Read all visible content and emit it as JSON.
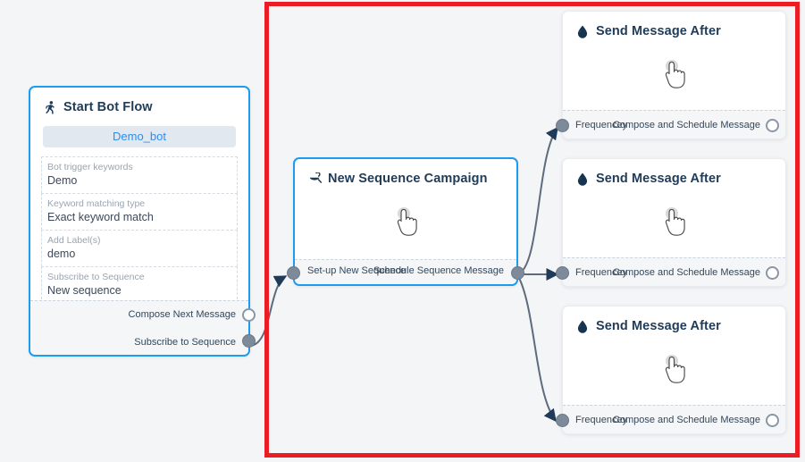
{
  "canvas": {
    "background": "#f4f5f7",
    "highlight_color": "#ec1c24"
  },
  "nodes": {
    "start_bot_flow": {
      "title": "Start Bot Flow",
      "icon": "walking-person-icon",
      "bot_name": "Demo_bot",
      "fields": [
        {
          "label": "Bot trigger keywords",
          "value": "Demo"
        },
        {
          "label": "Keyword matching type",
          "value": "Exact keyword match"
        },
        {
          "label": "Add Label(s)",
          "value": "demo"
        },
        {
          "label": "Subscribe to Sequence",
          "value": "New sequence"
        }
      ],
      "ports": [
        {
          "label": "Compose Next Message",
          "style": "hollow"
        },
        {
          "label": "Subscribe to Sequence",
          "style": "filled"
        }
      ]
    },
    "new_sequence_campaign": {
      "title": "New Sequence Campaign",
      "icon": "sequence-campaign-icon",
      "body_icon": "hand-pointer-cursor",
      "input_port_label": "Set-up New Sequence",
      "output_port_label": "Schedule Sequence Message"
    },
    "send_message_cards": [
      {
        "title": "Send Message After",
        "icon": "droplet-icon",
        "body_icon": "hand-pointer-cursor",
        "input_port_label": "Frequencey",
        "output_port_label": "Compose and Schedule Message"
      },
      {
        "title": "Send Message After",
        "icon": "droplet-icon",
        "body_icon": "hand-pointer-cursor",
        "input_port_label": "Frequencey",
        "output_port_label": "Compose and Schedule Message"
      },
      {
        "title": "Send Message After",
        "icon": "droplet-icon",
        "body_icon": "hand-pointer-cursor",
        "input_port_label": "Frequencey",
        "output_port_label": "Compose and Schedule Message"
      }
    ]
  },
  "colors": {
    "node_selected_border": "#1b9cf0",
    "title_text": "#1f3b57",
    "edge": "#5d6b7c",
    "port_filled": "#7d8a9a",
    "bot_pill_bg": "#e2e8ef",
    "bot_pill_text": "#2d8cf0"
  }
}
